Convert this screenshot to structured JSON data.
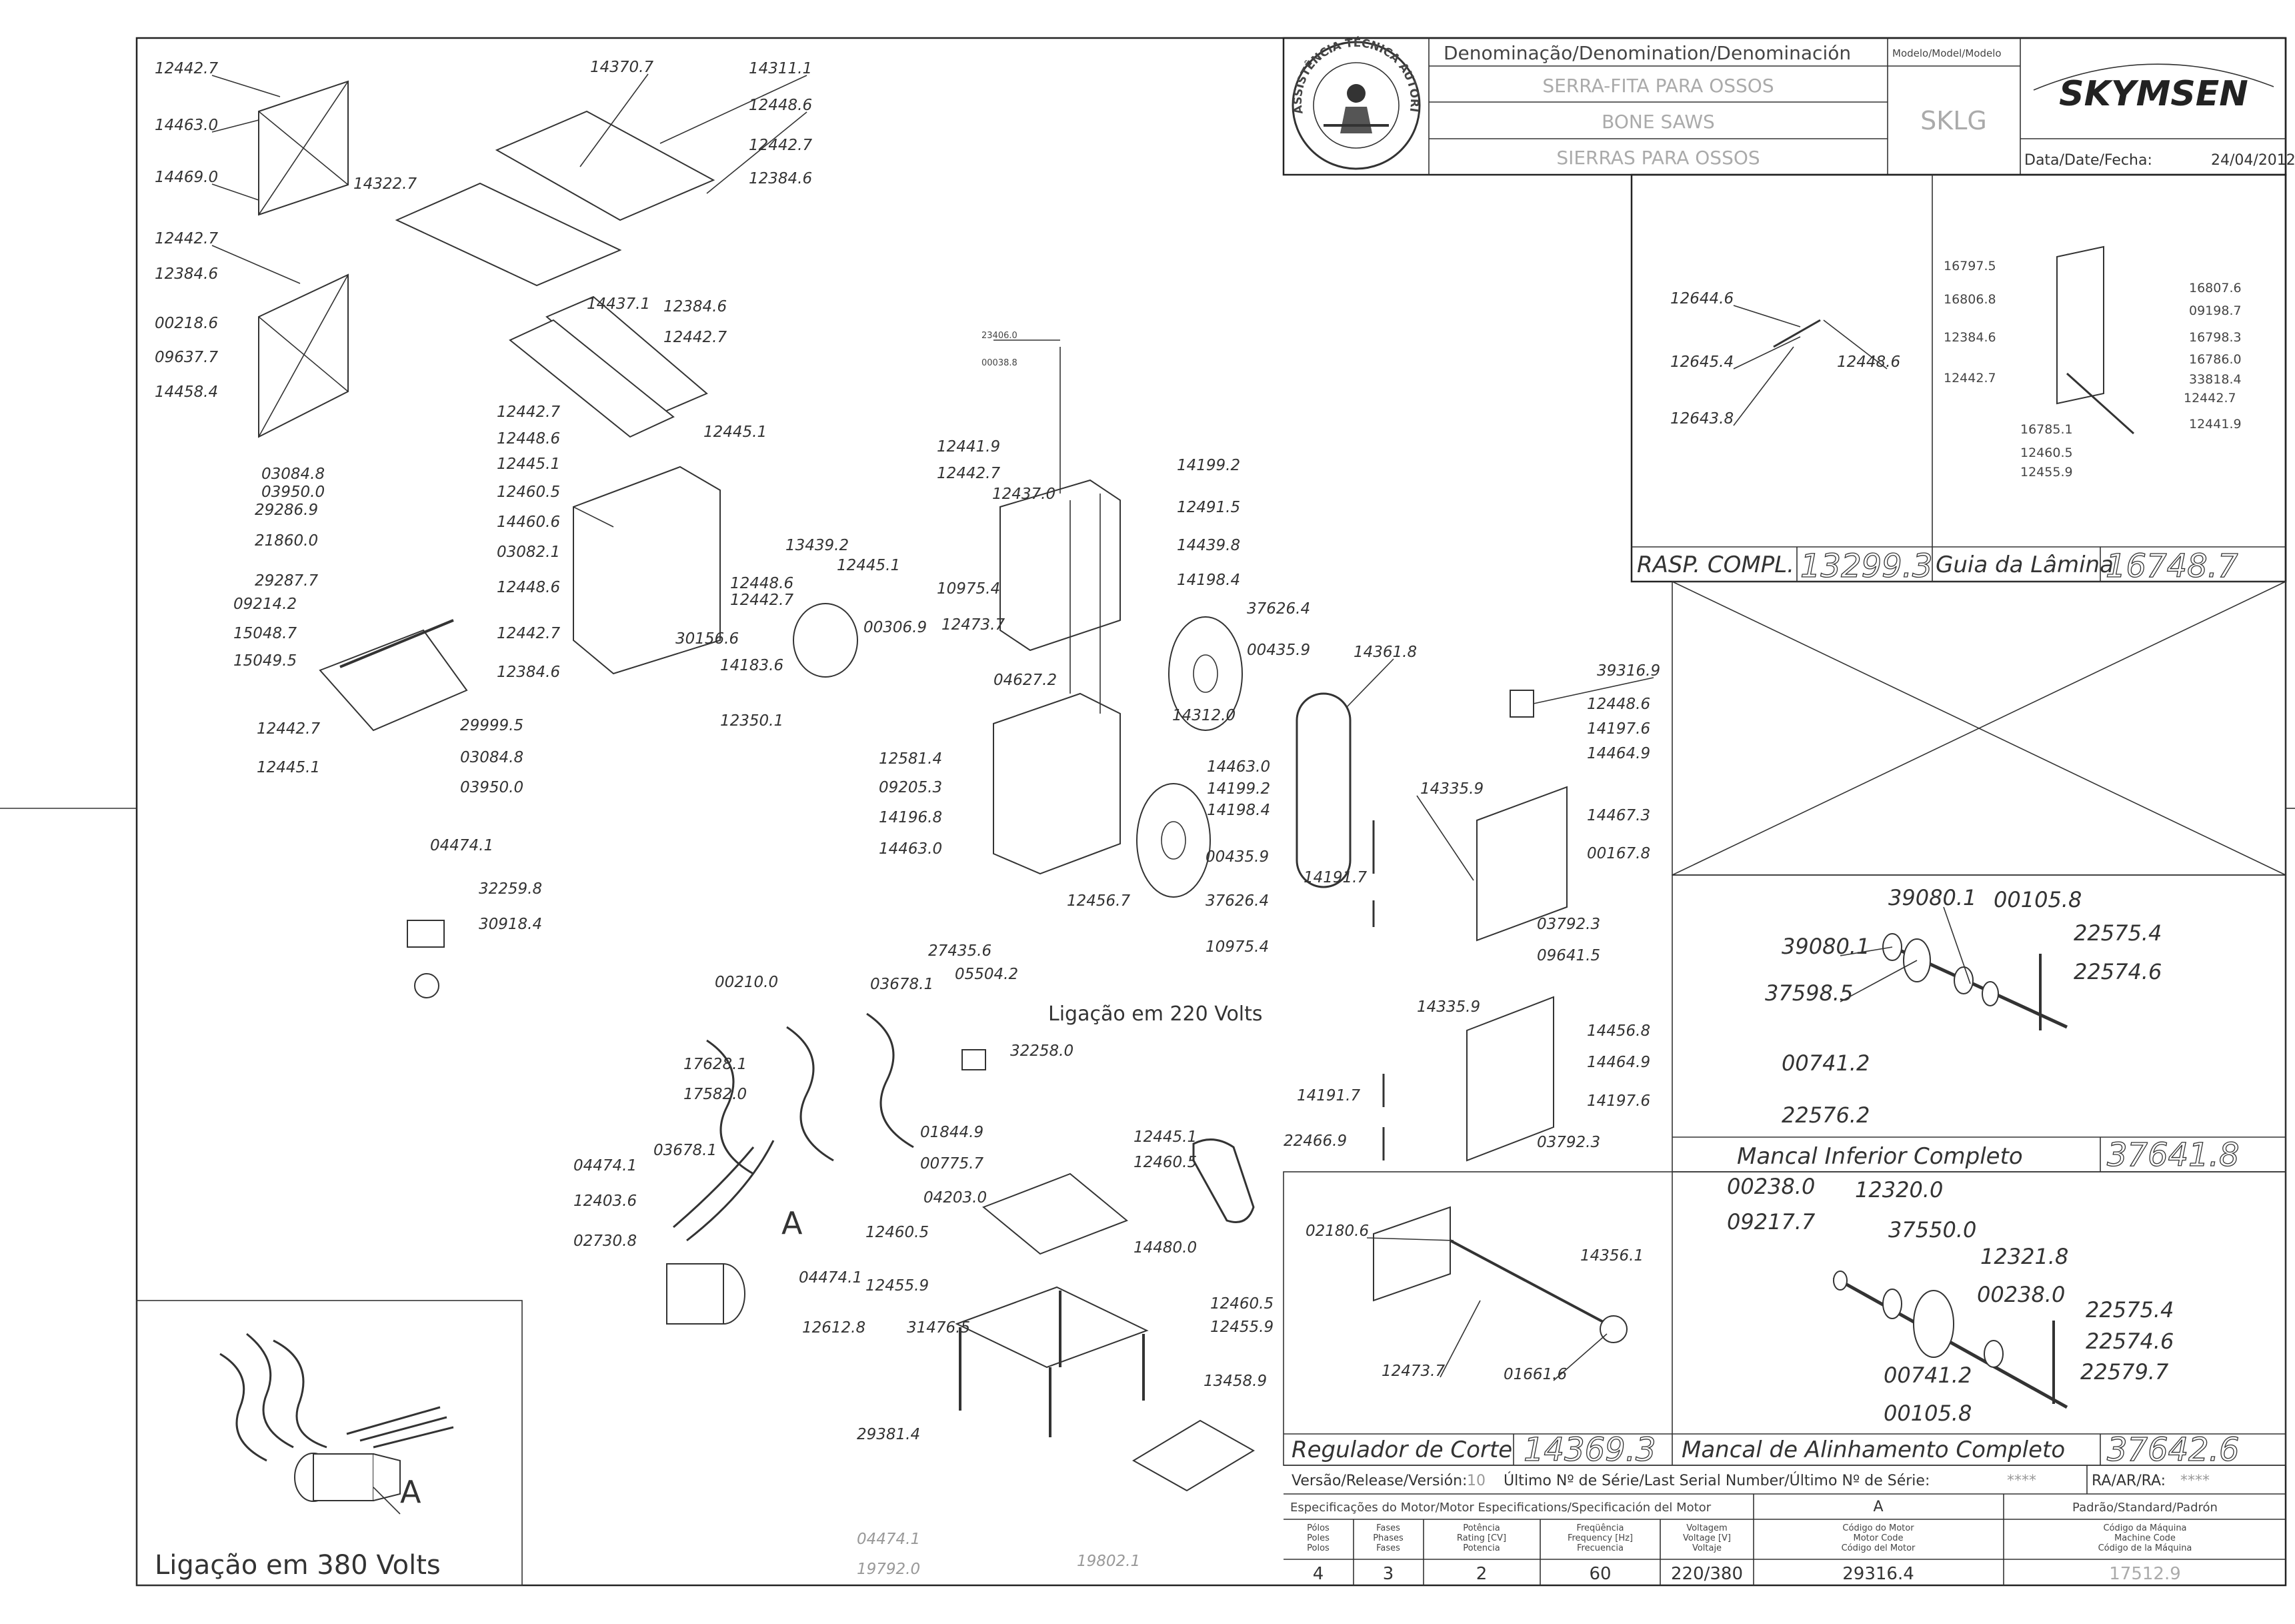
{
  "title_block": {
    "denomination_header": "Denominação/Denomination/Denominación",
    "model_header": "Modelo/Model/Modelo",
    "name_pt": "SERRA-FITA PARA OSSOS",
    "name_en": "BONE SAWS",
    "name_es": "SIERRAS PARA OSSOS",
    "model": "SKLG",
    "brand": "SKYMSEN",
    "date_label": "Data/Date/Fecha:",
    "date": "24/04/2012",
    "seal_text": "ASSISTÊNCIA TÉCNICA AUTORIZADA"
  },
  "subassemblies": {
    "rasp_label": "RASP. COMPL.",
    "rasp_code": "13299.3",
    "guia_label": "Guia da Lâmina",
    "guia_code": "16748.7",
    "mancal_inf_label": "Mancal Inferior Completo",
    "mancal_inf_code": "37641.8",
    "regulador_label": "Regulador de Corte",
    "regulador_code": "14369.3",
    "mancal_al_label": "Mancal de Alinhamento Completo",
    "mancal_al_code": "37642.6"
  },
  "release": {
    "version_label": "Versão/Release/Versión:",
    "version": "10",
    "serial_label": "Último Nº de Série/Last Serial Number/Último Nº de Série:",
    "serial": "****",
    "ra_label": "RA/AR/RA:",
    "ra": "****"
  },
  "motor": {
    "spec_header": "Especificações do Motor/Motor Especifications/Specificación del Motor",
    "col_a": "A",
    "standard": "Padrão/Standard/Padrón",
    "h_poles": [
      "Pólos",
      "Poles",
      "Polos"
    ],
    "h_phases": [
      "Fases",
      "Phases",
      "Fases"
    ],
    "h_power": [
      "Potência",
      "Rating [CV]",
      "Potencia"
    ],
    "h_freq": [
      "Freqüência",
      "Frequency [Hz]",
      "Frecuencia"
    ],
    "h_volt": [
      "Voltagem",
      "Voltage [V]",
      "Voltaje"
    ],
    "h_motor_code": [
      "Código do Motor",
      "Motor Code",
      "Código del Motor"
    ],
    "h_machine_code": [
      "Código da Máquina",
      "Machine Code",
      "Código de la Máquina"
    ],
    "poles": "4",
    "phases": "3",
    "power": "2",
    "frequency": "60",
    "voltage": "220/380",
    "motor_code": "29316.4",
    "machine_code": "17512.9"
  },
  "captions": {
    "c220": "Ligação em 220 Volts",
    "c380": "Ligação em 380 Volts",
    "detail_a": "A"
  },
  "labels": {
    "l01": "12442.7",
    "l02": "14463.0",
    "l03": "14469.0",
    "l04": "12442.7",
    "l05": "12384.6",
    "l06": "00218.6",
    "l07": "09637.7",
    "l08": "14458.4",
    "l09": "14370.7",
    "l10": "14311.1",
    "l11": "12448.6",
    "l12": "12442.7",
    "l13": "12384.6",
    "l14": "14322.7",
    "l15": "14437.1",
    "l16": "12384.6",
    "l17": "12442.7",
    "l18": "12442.7",
    "l19": "12448.6",
    "l20": "12445.1",
    "l21": "12460.5",
    "l22": "14460.6",
    "l23": "03082.1",
    "l24": "12448.6",
    "l25": "12442.7",
    "l26": "12384.6",
    "l27": "12448.6",
    "l28": "12442.7",
    "l29": "30156.6",
    "l30": "03084.8",
    "l31": "03950.0",
    "l32": "29286.9",
    "l33": "21860.0",
    "l34": "29287.7",
    "l35": "09214.2",
    "l36": "15048.7",
    "l37": "15049.5",
    "l38": "12442.7",
    "l39": "12445.1",
    "l40": "29999.5",
    "l41": "03084.8",
    "l42": "03950.0",
    "l43": "04474.1",
    "l44": "32259.8",
    "l45": "30918.4",
    "l46": "23406.0",
    "l47": "00038.8",
    "l48": "12445.1",
    "l49": "12441.9",
    "l50": "12442.7",
    "l51": "12437.0",
    "l52": "13439.2",
    "l53": "12445.1",
    "l54": "00306.9",
    "l55": "14183.6",
    "l56": "12350.1",
    "l57": "10975.4",
    "l58": "12473.7",
    "l59": "04627.2",
    "l60": "12581.4",
    "l61": "09205.3",
    "l62": "14196.8",
    "l63": "14463.0",
    "l64": "12456.7",
    "l65": "14199.2",
    "l66": "12491.5",
    "l67": "14439.8",
    "l68": "14198.4",
    "l69": "37626.4",
    "l70": "00435.9",
    "l71": "14312.0",
    "l72": "14463.0",
    "l73": "14199.2",
    "l74": "14198.4",
    "l75": "00435.9",
    "l76": "37626.4",
    "l77": "10975.4",
    "l78": "14361.8",
    "l79": "14191.7",
    "l80": "39316.9",
    "l81": "12448.6",
    "l82": "14197.6",
    "l83": "14464.9",
    "l84": "14335.9",
    "l85": "14467.3",
    "l86": "00167.8",
    "l87": "03792.3",
    "l88": "09641.5",
    "l89": "14335.9",
    "l90": "14456.8",
    "l91": "14464.9",
    "l92": "14197.6",
    "l93": "14191.7",
    "l94": "03792.3",
    "l95": "27435.6",
    "l96": "00210.0",
    "l97": "03678.1",
    "l98": "05504.2",
    "l99": "32258.0",
    "l100": "17628.1",
    "l101": "17582.0",
    "l102": "01844.9",
    "l103": "00775.7",
    "l104": "04474.1",
    "l105": "03678.1",
    "l106": "12403.6",
    "l107": "02730.8",
    "l108": "04203.0",
    "l109": "12445.1",
    "l110": "12460.5",
    "l111": "14480.0",
    "l112": "12460.5",
    "l113": "12455.9",
    "l114": "04474.1",
    "l115": "12612.8",
    "l116": "31476.5",
    "l117": "12460.5",
    "l118": "12455.9",
    "l119": "13458.9",
    "l120": "29381.4",
    "l121": "22466.9",
    "l122": "04474.1",
    "l123": "19792.0",
    "l124": "19802.1",
    "l125": "12644.6",
    "l126": "12645.4",
    "l127": "12643.8",
    "l128": "12448.6",
    "l129": "16797.5",
    "l130": "16806.8",
    "l131": "12384.6",
    "l132": "12442.7",
    "l133": "16785.1",
    "l134": "12460.5",
    "l135": "12455.9",
    "l136": "16807.6",
    "l137": "09198.7",
    "l138": "16798.3",
    "l139": "16786.0",
    "l140": "33818.4",
    "l141": "12442.7",
    "l142": "12441.9",
    "l143": "39080.1",
    "l144": "00105.8",
    "l145": "39080.1",
    "l146": "22575.4",
    "l147": "22574.6",
    "l148": "37598.5",
    "l149": "00741.2",
    "l150": "22576.2",
    "l151": "02180.6",
    "l152": "14356.1",
    "l153": "12473.7",
    "l154": "01661.6",
    "l155": "00238.0",
    "l156": "12320.0",
    "l157": "09217.7",
    "l158": "37550.0",
    "l159": "12321.8",
    "l160": "00238.0",
    "l161": "22575.4",
    "l162": "22574.6",
    "l163": "00741.2",
    "l164": "22579.7",
    "l165": "00105.8"
  }
}
